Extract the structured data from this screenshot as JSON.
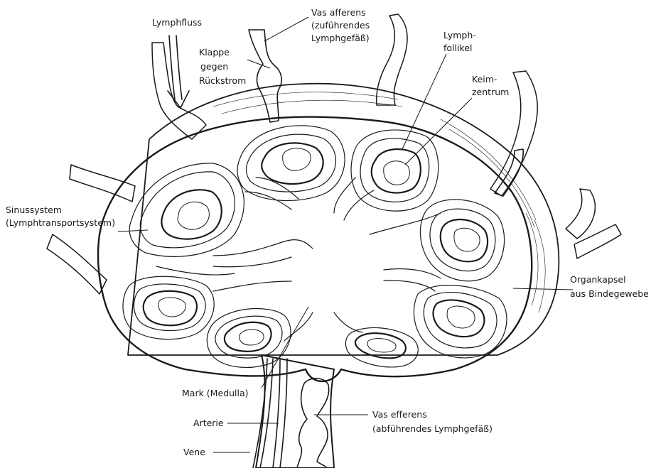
{
  "labels": {
    "lymphfluss": "Lymphfluss",
    "vas_afferens_1": "Vas afferens",
    "vas_afferens_2": "(zuführendes",
    "vas_afferens_3": "Lymphgefäß)",
    "klappe_1": "Klappe",
    "klappe_2": "gegen",
    "klappe_3": "Rückstrom",
    "lymphfollikel_1": "Lymph-",
    "lymphfollikel_2": "follikel",
    "keimzentrum_1": "Keim-",
    "keimzentrum_2": "zentrum",
    "sinussystem_1": "Sinussystem",
    "sinussystem_2": "(Lymphtransportsystem)",
    "organkapsel_1": "Organkapsel",
    "organkapsel_2": "aus Bindegewebe",
    "mark": "Mark (Medulla)",
    "arterie": "Arterie",
    "vene": "Vene",
    "vas_efferens_1": "Vas efferens",
    "vas_efferens_2": "(abführendes Lymphgefäß)"
  }
}
